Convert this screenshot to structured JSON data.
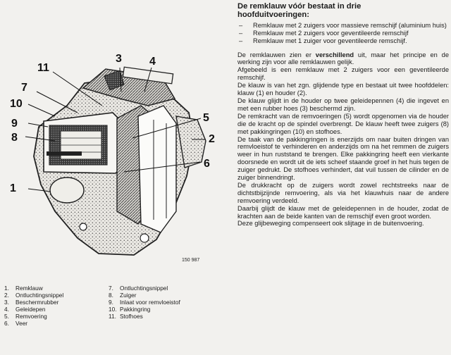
{
  "heading_line1": "De remklauw vóór bestaat in drie",
  "heading_line2": "hoofduitvoeringen:",
  "variants": [
    {
      "dash": "–",
      "text": "Remklauw met 2 zuigers voor massieve remschijf (aluminium huis)"
    },
    {
      "dash": "–",
      "text": "Remklauw met 2 zuigers voor geventileerde remschijf"
    },
    {
      "dash": "–",
      "text": "Remklauw met 1 zuiger voor geventileerde remschijf."
    }
  ],
  "p1_a": "De remklauwen zien er ",
  "p1_b": "verschillend",
  "p1_c": " uit, maar het principe en de werking zijn voor alle remklauwen gelijk.",
  "p2": "Afgebeeld is een remklauw met 2 zuigers voor een geventileerde remschijf.",
  "p3": "De klauw is van het zgn. glijdende type en bestaat uit twee hoofddelen: klauw (1) en houder (2).",
  "p4": "De klauw glijdt in de houder op twee geleidepennen (4) die ingevet en met een rubber hoes (3) beschermd zijn.",
  "p5": "De remkracht van de remvoeringen (5) wordt opgenomen via de houder die de kracht op de spindel overbrengt. De klauw heeft twee zuigers (8) met pakkingringen (10) en stofhoes.",
  "p6": "De taak van de pakkingringen is enerzijds om naar buiten dringen van remvloeistof te verhinderen en anderzijds om na het remmen de zuigers weer in hun ruststand te brengen. Elke pakkingring heeft een vierkante doorsnede en wordt uit de iets scheef staande groef in het huis tegen de zuiger gedrukt. De stofhoes verhindert, dat vuil tussen de cilinder en de zuiger binnendringt.",
  "p7": "De drukkracht op de zuigers wordt zowel rechtstreeks naar de dichtstbijzijnde remvoering, als via het klauwhuis naar de andere remvoering verdeeld.",
  "p8": "Daarbij glijdt de klauw met de geleidepennen in de houder, zodat de krachten aan de beide kanten van de remschijf even groot worden.",
  "p9": "Deze glijbeweging compenseert ook slijtage in de buitenvoering.",
  "figure_code": "150 987",
  "callouts": [
    "1",
    "2",
    "3",
    "4",
    "5",
    "6",
    "7",
    "8",
    "9",
    "10",
    "11"
  ],
  "legend_left": [
    {
      "n": "1.",
      "t": "Remklauw"
    },
    {
      "n": "2.",
      "t": "Ontluchtingsnippel"
    },
    {
      "n": "3.",
      "t": "Beschermrubber"
    },
    {
      "n": "4.",
      "t": "Geleidepen"
    },
    {
      "n": "5.",
      "t": "Remvoering"
    },
    {
      "n": "6.",
      "t": "Veer"
    }
  ],
  "legend_right": [
    {
      "n": "7.",
      "t": "Ontluchtingsnippel"
    },
    {
      "n": "8.",
      "t": "Zuiger"
    },
    {
      "n": "9.",
      "t": "Inlaat voor remvloeistof"
    },
    {
      "n": "10.",
      "t": "Pakkingring"
    },
    {
      "n": "11.",
      "t": "Stofhoes"
    }
  ]
}
